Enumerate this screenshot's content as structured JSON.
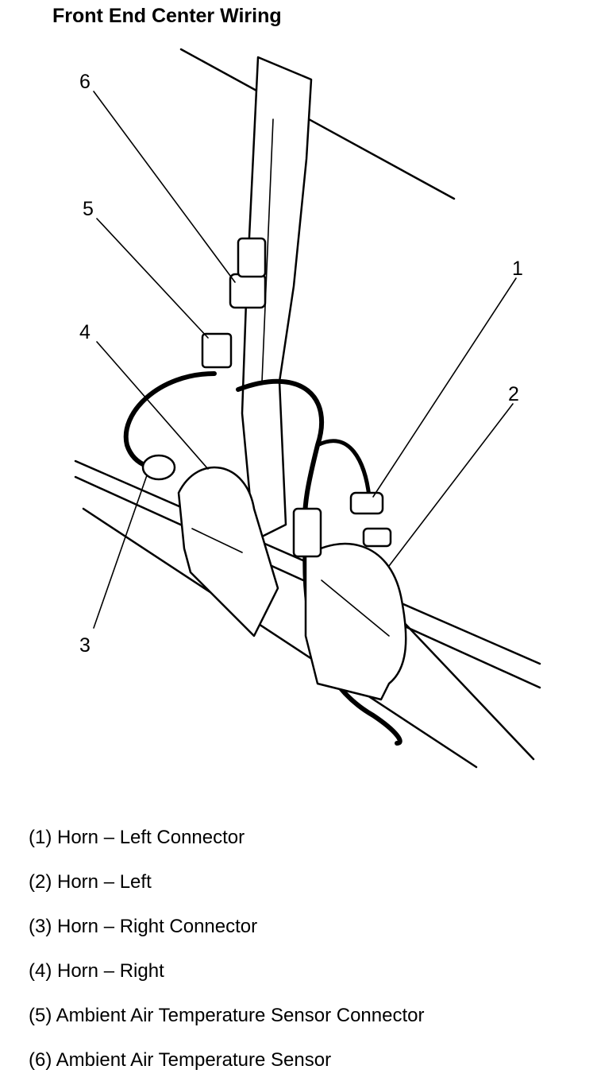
{
  "title": "Front End Center Wiring",
  "callouts": [
    "1",
    "2",
    "3",
    "4",
    "5",
    "6"
  ],
  "legend": [
    "(1) Horn – Left Connector",
    "(2) Horn – Left",
    "(3) Horn – Right Connector",
    "(4) Horn – Right",
    "(5) Ambient Air Temperature Sensor Connector",
    "(6) Ambient Air Temperature Sensor"
  ]
}
